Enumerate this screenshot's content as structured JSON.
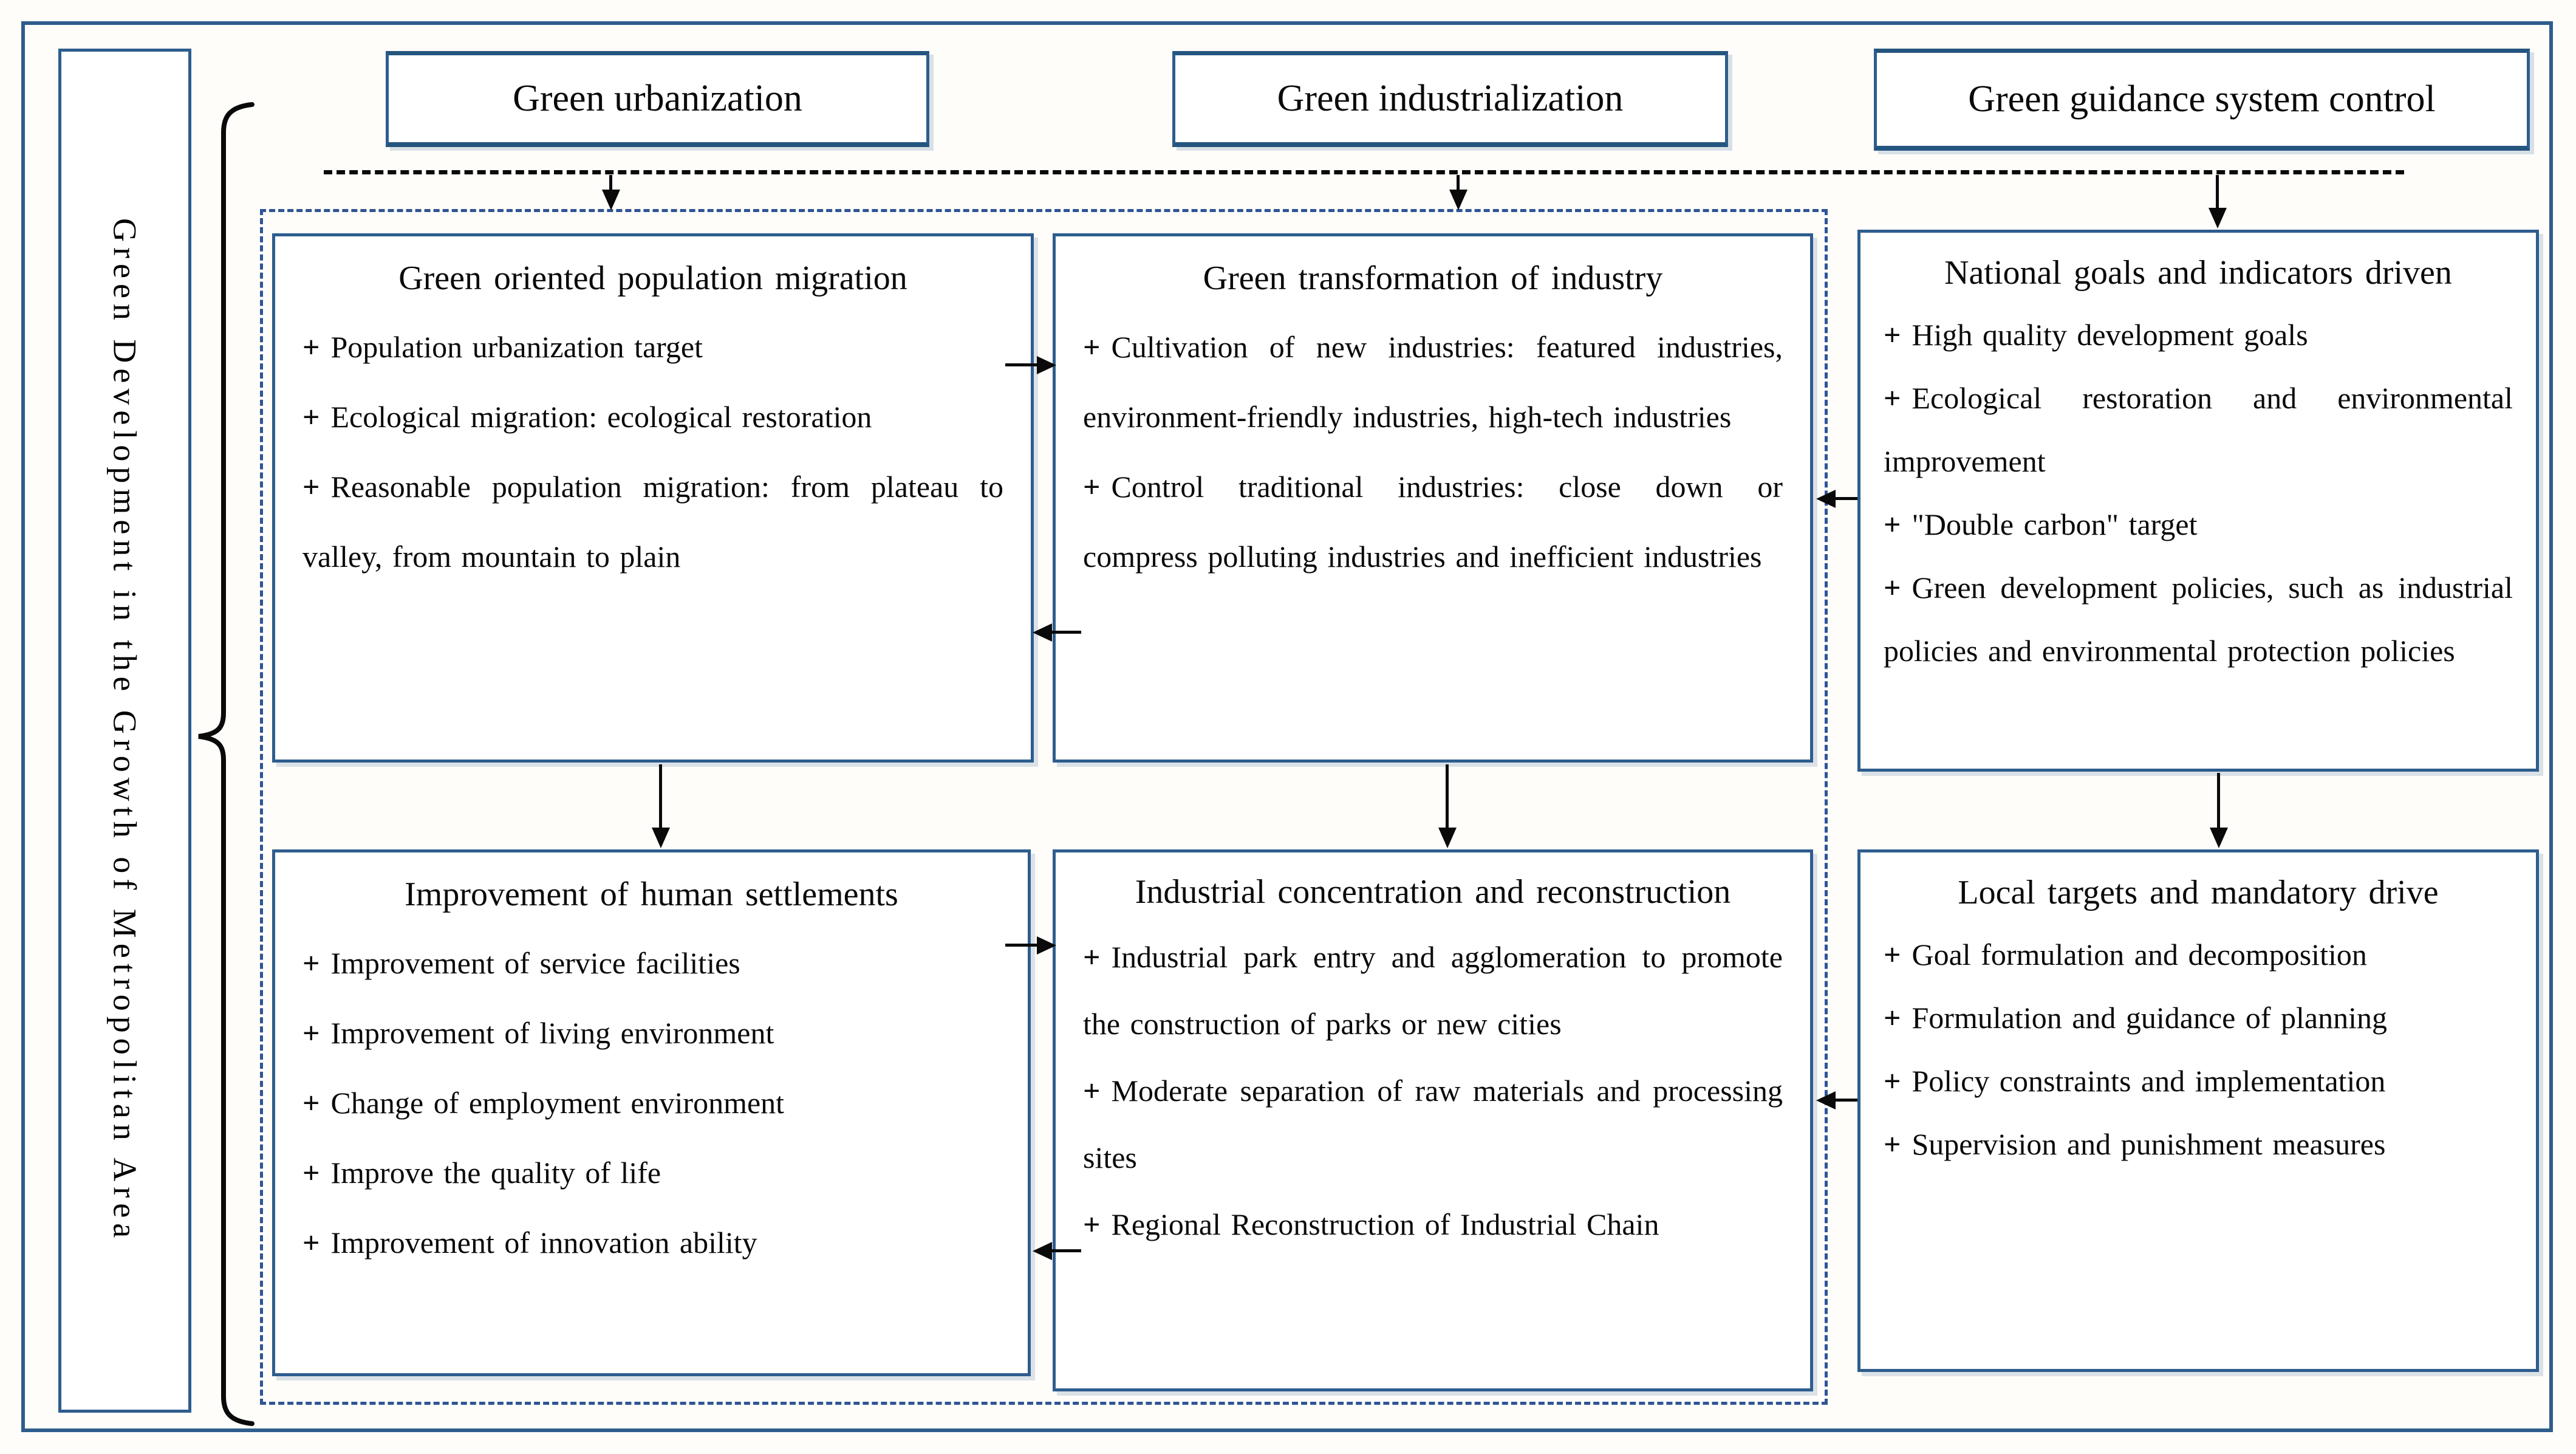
{
  "bullet_marker": "+",
  "sidebar_title": "Green Development in the Growth of Metropolitan Area",
  "headers": {
    "urbanization": "Green urbanization",
    "industrialization": "Green industrialization",
    "guidance": "Green guidance system control"
  },
  "boxes": {
    "population": {
      "title": "Green oriented population migration",
      "bullets": [
        "Population urbanization target",
        "Ecological migration: ecological restoration",
        "Reasonable population migration: from plateau to valley, from mountain to plain"
      ]
    },
    "transformation": {
      "title": "Green transformation of industry",
      "bullets": [
        "Cultivation of new industries: featured industries, environment-friendly industries, high-tech industries",
        "Control traditional industries: close down or compress polluting industries and inefficient industries"
      ]
    },
    "national": {
      "title": "National goals and indicators driven",
      "bullets": [
        "High quality development goals",
        "Ecological restoration and environmental improvement",
        "\"Double carbon\" target",
        "Green development policies, such as industrial policies and environmental protection policies"
      ]
    },
    "settlements": {
      "title": "Improvement of human settlements",
      "bullets": [
        "Improvement of service facilities",
        "Improvement of living environment",
        "Change of employment environment",
        "Improve the quality of life",
        "Improvement of innovation ability"
      ]
    },
    "concentration": {
      "title": "Industrial concentration and reconstruction",
      "bullets": [
        "Industrial park entry and agglomeration to promote the construction of parks or new cities",
        "Moderate separation of raw materials and processing sites",
        "Regional Reconstruction of Industrial Chain"
      ]
    },
    "local": {
      "title": "Local targets and mandatory drive",
      "bullets": [
        "Goal formulation and decomposition",
        "Formulation and guidance of planning",
        "Policy constraints and implementation",
        "Supervision and punishment measures"
      ]
    }
  },
  "colors": {
    "box_border": "#2E5D8E",
    "header_border_dark": "#24557F",
    "dashed_frame": "#2F5496",
    "connector": "#0A0A0A"
  }
}
